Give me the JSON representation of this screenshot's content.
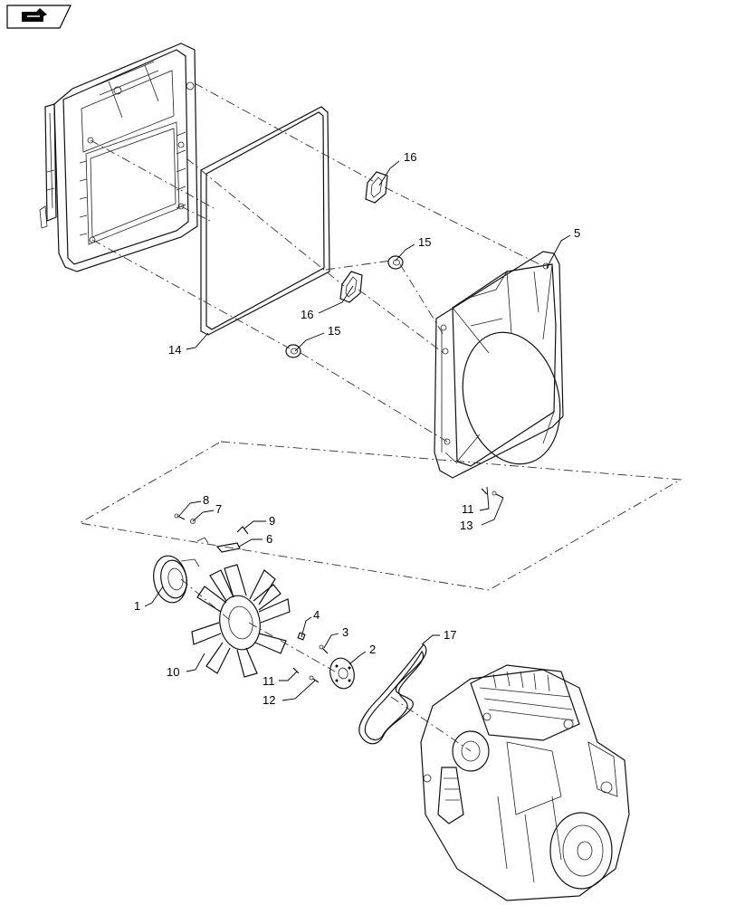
{
  "diagram": {
    "nav_icon": "page-turn-icon",
    "callouts": [
      {
        "id": "c1",
        "label": "1"
      },
      {
        "id": "c2",
        "label": "2"
      },
      {
        "id": "c3",
        "label": "3"
      },
      {
        "id": "c4",
        "label": "4"
      },
      {
        "id": "c5",
        "label": "5"
      },
      {
        "id": "c6",
        "label": "6"
      },
      {
        "id": "c7",
        "label": "7"
      },
      {
        "id": "c8",
        "label": "8"
      },
      {
        "id": "c9",
        "label": "9"
      },
      {
        "id": "c10",
        "label": "10"
      },
      {
        "id": "c11a",
        "label": "11"
      },
      {
        "id": "c11b",
        "label": "11"
      },
      {
        "id": "c12",
        "label": "12"
      },
      {
        "id": "c13",
        "label": "13"
      },
      {
        "id": "c14",
        "label": "14"
      },
      {
        "id": "c15a",
        "label": "15"
      },
      {
        "id": "c15b",
        "label": "15"
      },
      {
        "id": "c16a",
        "label": "16"
      },
      {
        "id": "c16b",
        "label": "16"
      },
      {
        "id": "c17",
        "label": "17"
      }
    ]
  }
}
